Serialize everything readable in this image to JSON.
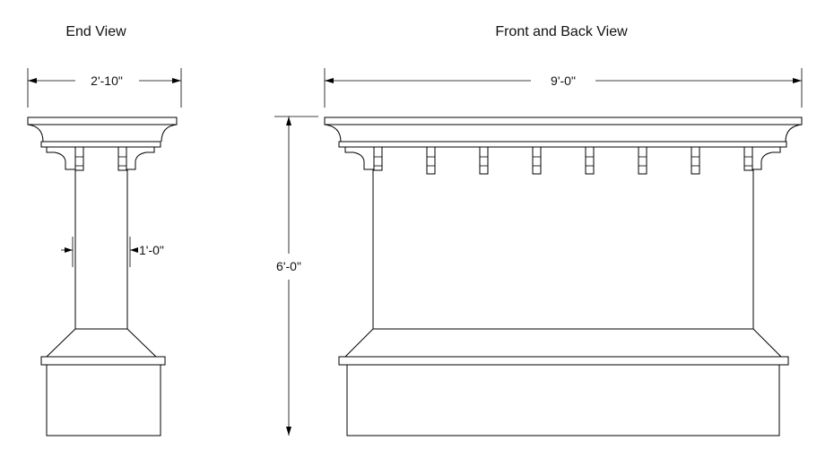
{
  "end_view": {
    "title": "End View",
    "width_dimension": "2'-10\"",
    "column_dimension": "1'-0\""
  },
  "front_view": {
    "title": "Front and Back View",
    "width_dimension": "9'-0\"",
    "height_dimension": "6'-0\""
  },
  "colors": {
    "line": "#000000",
    "background": "#ffffff"
  }
}
